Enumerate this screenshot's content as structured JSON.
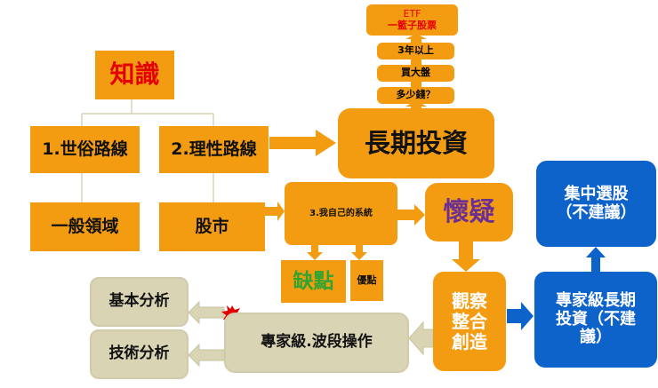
{
  "colors": {
    "orange": "#f39c12",
    "olive": "#d9d4b3",
    "blue": "#0d63c9",
    "red": "#e30000",
    "green": "#2fa52f",
    "purple": "#6b2f94"
  },
  "etf_stack": {
    "etf_title": "ETF",
    "etf_subtitle": "一籃子股票",
    "three_years": "3年以上",
    "buy_market": "買大盤",
    "how_much": "多少錢？"
  },
  "knowledge": "知識",
  "route_1": "1.世俗路線",
  "route_2": "2.理性路線",
  "general_field": "一般領域",
  "stock_market": "股市",
  "long_term": "長期投資",
  "own_system": "3.我自己的系統",
  "doubt": "懷疑",
  "weakness": "缺點",
  "strength": "優點",
  "observe": [
    "觀察",
    "整合",
    "創造"
  ],
  "concentrate": [
    "集中選股",
    "（不建議）"
  ],
  "expert_long": [
    "專家級長期",
    "投資（不建",
    "議）"
  ],
  "fundamental": "基本分析",
  "technical": "技術分析",
  "expert_swing": "專家級.波段操作"
}
